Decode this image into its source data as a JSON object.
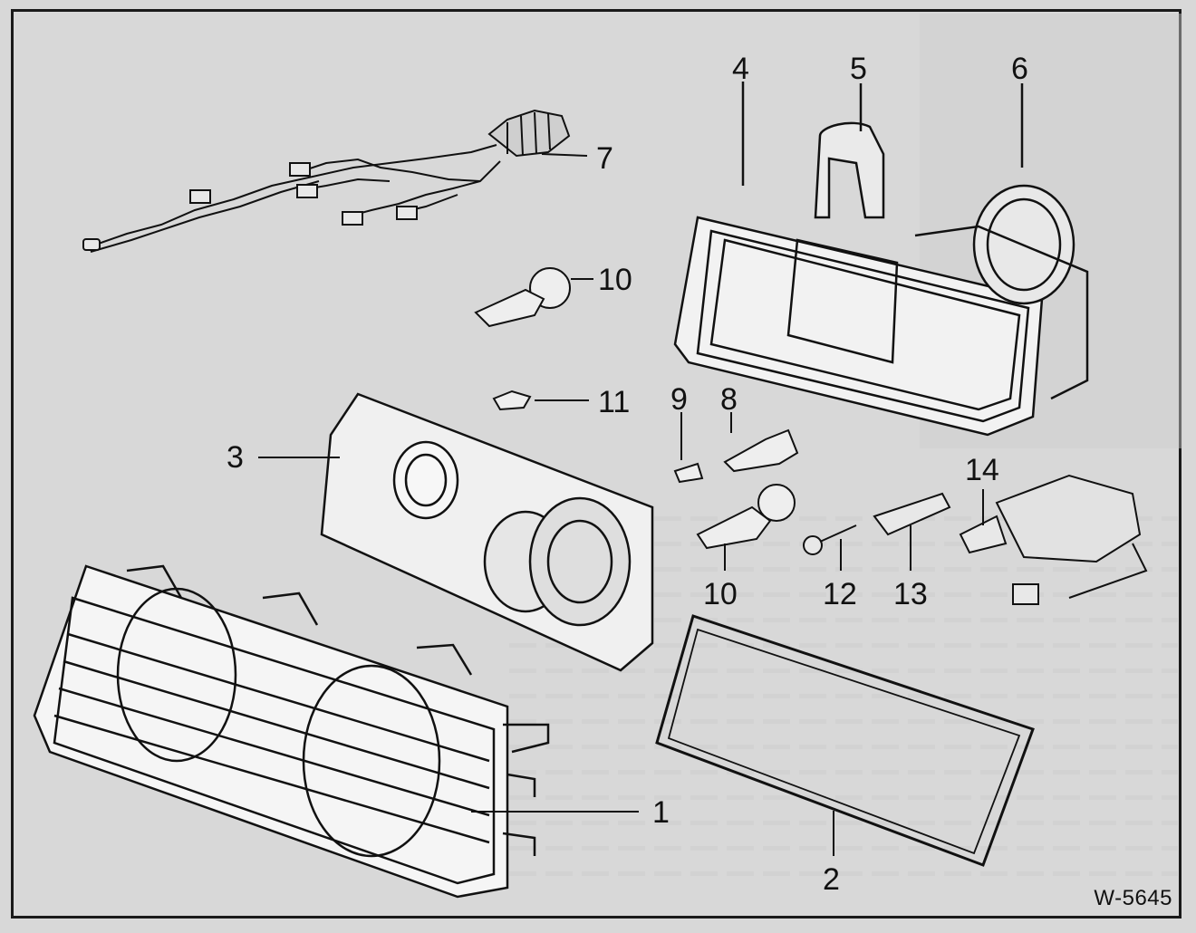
{
  "figure": {
    "id": "W-5645",
    "callouts": [
      {
        "key": "c1",
        "label": "1"
      },
      {
        "key": "c2",
        "label": "2"
      },
      {
        "key": "c3",
        "label": "3"
      },
      {
        "key": "c4",
        "label": "4"
      },
      {
        "key": "c5",
        "label": "5"
      },
      {
        "key": "c6",
        "label": "6"
      },
      {
        "key": "c7",
        "label": "7"
      },
      {
        "key": "c8",
        "label": "8"
      },
      {
        "key": "c9",
        "label": "9"
      },
      {
        "key": "c10a",
        "label": "10"
      },
      {
        "key": "c10b",
        "label": "10"
      },
      {
        "key": "c11",
        "label": "11"
      },
      {
        "key": "c12",
        "label": "12"
      },
      {
        "key": "c13",
        "label": "13"
      },
      {
        "key": "c14",
        "label": "14"
      }
    ]
  }
}
